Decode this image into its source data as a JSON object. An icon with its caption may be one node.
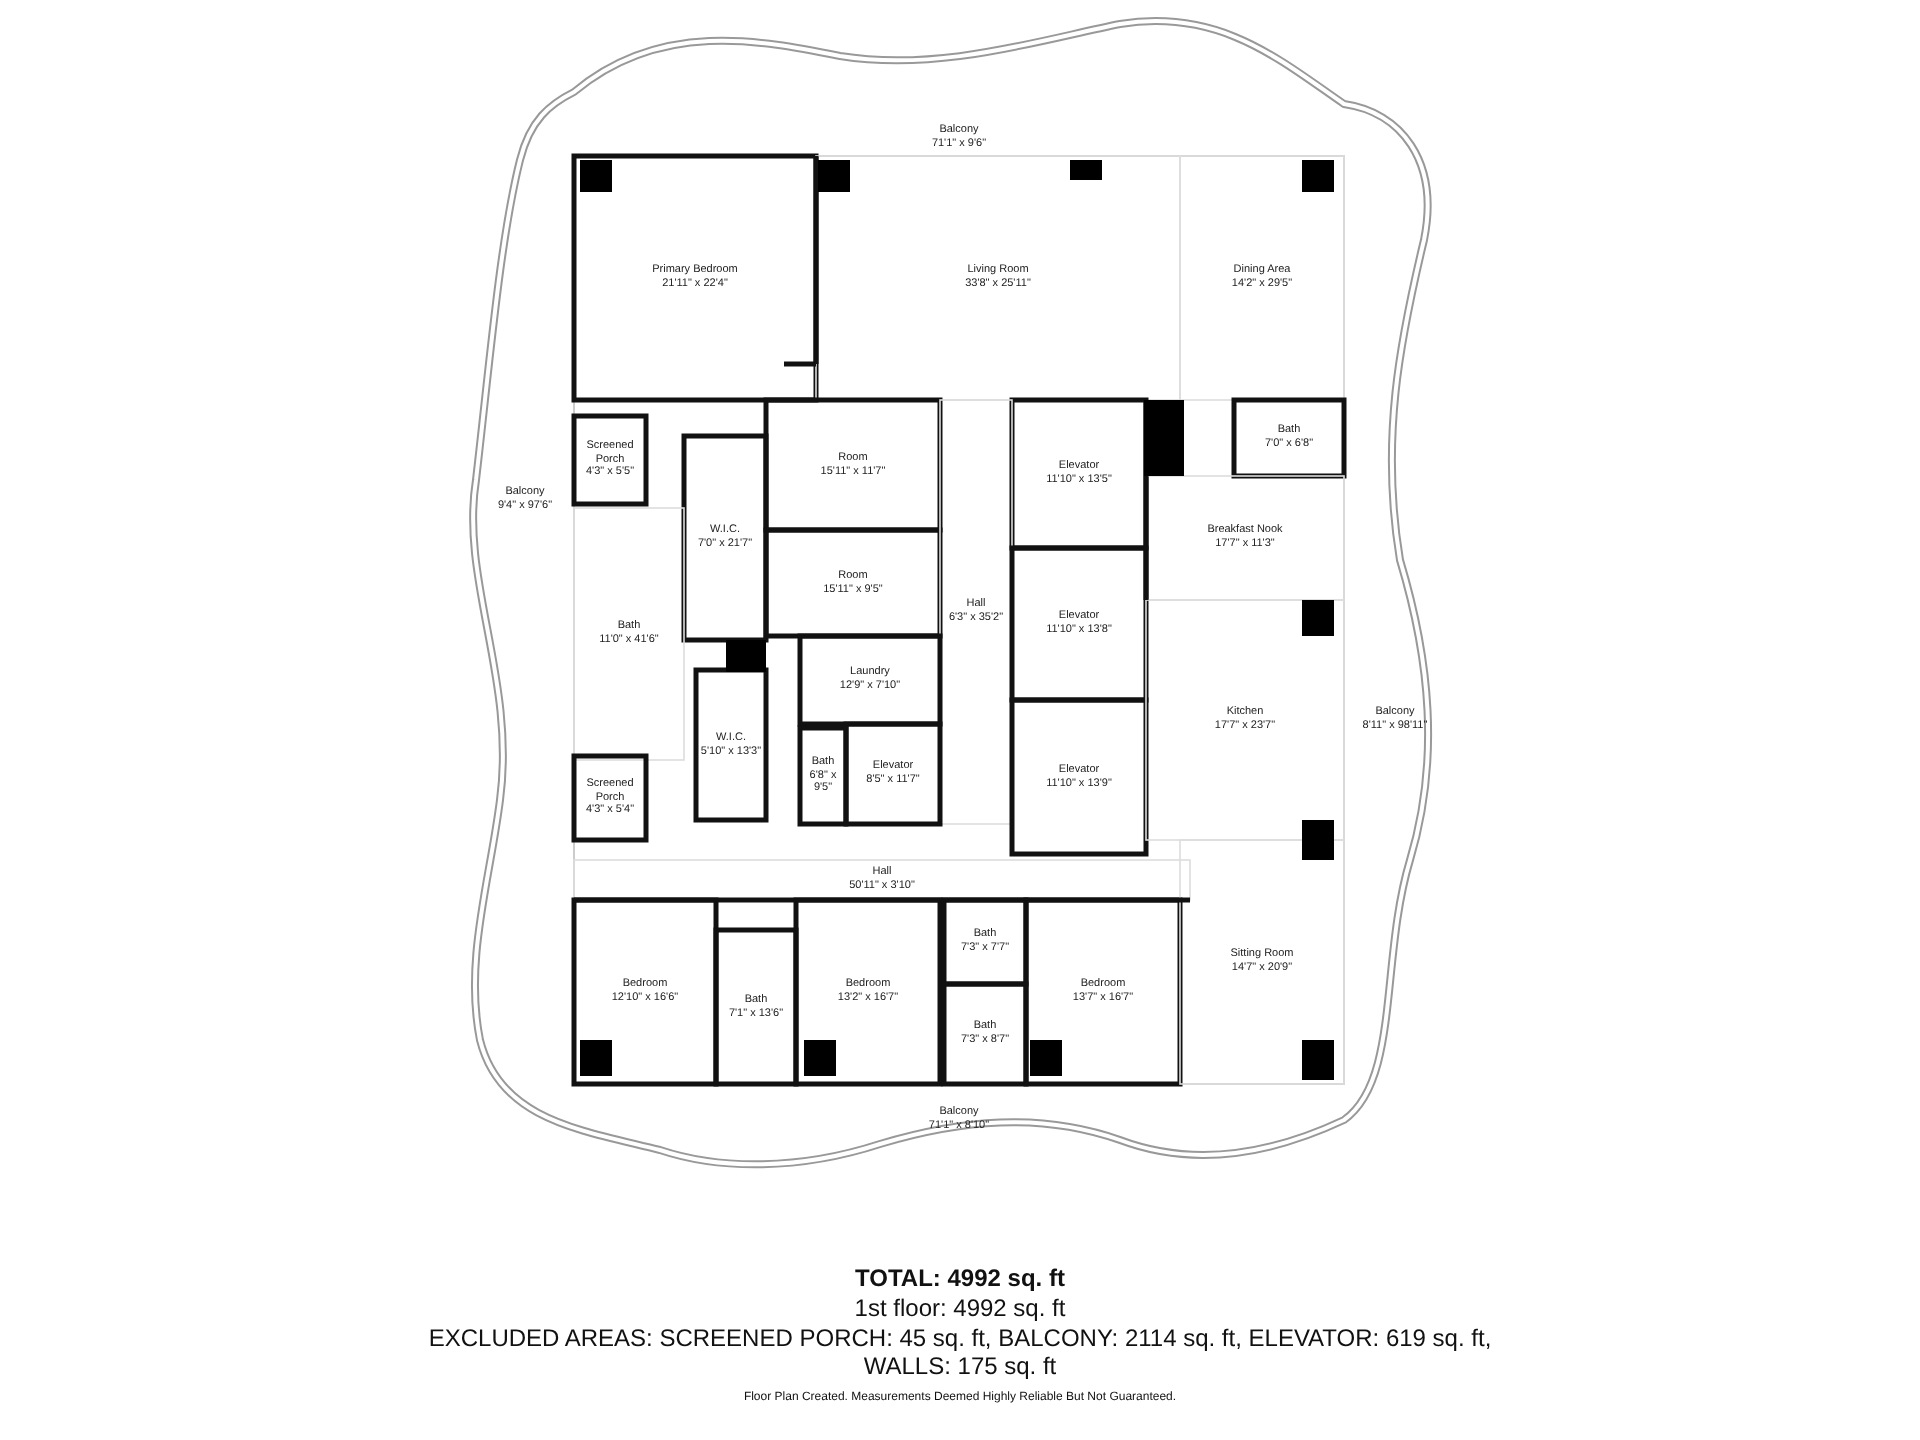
{
  "diagram": {
    "nodes": [
      {
        "text": [
          "Balcony",
          "71'1\" x 9'6\""
        ]
      },
      {
        "text": [
          "Primary Bedroom",
          "21'11\" x 22'4\""
        ]
      },
      {
        "text": [
          "Living Room",
          "33'8\" x 25'11\""
        ]
      },
      {
        "text": [
          "Dining Area",
          "14'2\" x 29'5\""
        ]
      },
      {
        "text": [
          "Screened Porch",
          "4'3\" x 5'5\""
        ]
      },
      {
        "text": [
          "Balcony",
          "9'4\" x 97'6\""
        ]
      },
      {
        "text": [
          "Room",
          "15'11\" x 11'7\""
        ]
      },
      {
        "text": [
          "Elevator",
          "11'10\" x 13'5\""
        ]
      },
      {
        "text": [
          "Bath",
          "7'0\" x 6'8\""
        ]
      },
      {
        "text": [
          "W.I.C.",
          "7'0\" x 21'7\""
        ]
      },
      {
        "text": [
          "Breakfast Nook",
          "17'7\" x 11'3\""
        ]
      },
      {
        "text": [
          "Bath",
          "11'0\" x 41'6\""
        ]
      },
      {
        "text": [
          "Room",
          "15'11\" x 9'5\""
        ]
      },
      {
        "text": [
          "Hall",
          "6'3\" x 35'2\""
        ]
      },
      {
        "text": [
          "Elevator",
          "11'10\" x 13'8\""
        ]
      },
      {
        "text": [
          "Laundry",
          "12'9\" x 7'10\""
        ]
      },
      {
        "text": [
          "Bath",
          "6'8\" x 9'5\""
        ]
      },
      {
        "text": [
          "W.I.C.",
          "5'10\" x 13'3\""
        ]
      },
      {
        "text": [
          "Elevator",
          "8'5\" x 11'7\""
        ]
      },
      {
        "text": [
          "Elevator",
          "11'10\" x 13'9\""
        ]
      },
      {
        "text": [
          "Kitchen",
          "17'7\" x 23'7\""
        ]
      },
      {
        "text": [
          "Balcony",
          "8'11\" x 98'11\""
        ]
      },
      {
        "text": [
          "Screened Porch",
          "4'3\" x 5'4\""
        ]
      },
      {
        "text": [
          "Hall",
          "50'11\" x 3'10\""
        ]
      },
      {
        "text": [
          "Bedroom",
          "12'10\" x 16'6\""
        ]
      },
      {
        "text": [
          "Bath",
          "7'1\" x 13'6\""
        ]
      },
      {
        "text": [
          "Bedroom",
          "13'2\" x 16'7\""
        ]
      },
      {
        "text": [
          "Bath",
          "7'3\" x 7'7\""
        ]
      },
      {
        "text": [
          "Bath",
          "7'3\" x 8'7\""
        ]
      },
      {
        "text": [
          "Bedroom",
          "13'7\" x 16'7\""
        ]
      },
      {
        "text": [
          "Sitting Room",
          "14'7\" x 20'9\""
        ]
      },
      {
        "text": [
          "Balcony",
          "71'1\" x 8'10\""
        ]
      }
    ],
    "labels": [
      "TOTAL: 4992 sq. ft",
      "1st floor: 4992 sq. ft",
      "EXCLUDED AREAS: SCREENED PORCH: 45 sq. ft, BALCONY: 2114 sq. ft, ELEVATOR: 619 sq. ft, WALLS: 175 sq. ft",
      "Floor Plan Created. Measurements Deemed Highly Reliable But Not Guaranteed."
    ]
  }
}
